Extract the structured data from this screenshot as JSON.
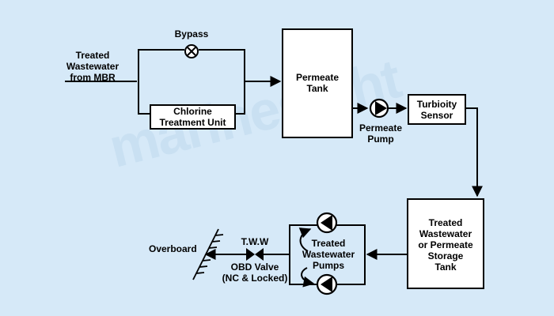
{
  "colors": {
    "background": "#d6e9f8",
    "line": "#000000",
    "box_fill": "#ffffff"
  },
  "watermark": "marinesight",
  "nodes": {
    "input": "Treated\nWastewater\nfrom MBR",
    "bypass": "Bypass",
    "chlorine_unit": "Chlorine\nTreatment Unit",
    "permeate_tank": "Permeate\nTank",
    "permeate_pump": "Permeate\nPump",
    "turbidity_sensor": "Turbioity\nSensor",
    "storage_tank": "Treated\nWastewater\nor Permeate\nStorage\nTank",
    "tww_pumps": "Treated\nWastewater\nPumps",
    "tww": "T.W.W",
    "obd_valve": "OBD Valve\n(NC & Locked)",
    "overboard": "Overboard"
  },
  "icons": {
    "bypass_valve": "valve-x-icon",
    "permeate_pump": "pump-icon",
    "tww_pump_top": "pump-icon",
    "tww_pump_bottom": "pump-icon",
    "obd_valve": "gate-valve-icon",
    "overboard": "hull-hatch-icon"
  }
}
